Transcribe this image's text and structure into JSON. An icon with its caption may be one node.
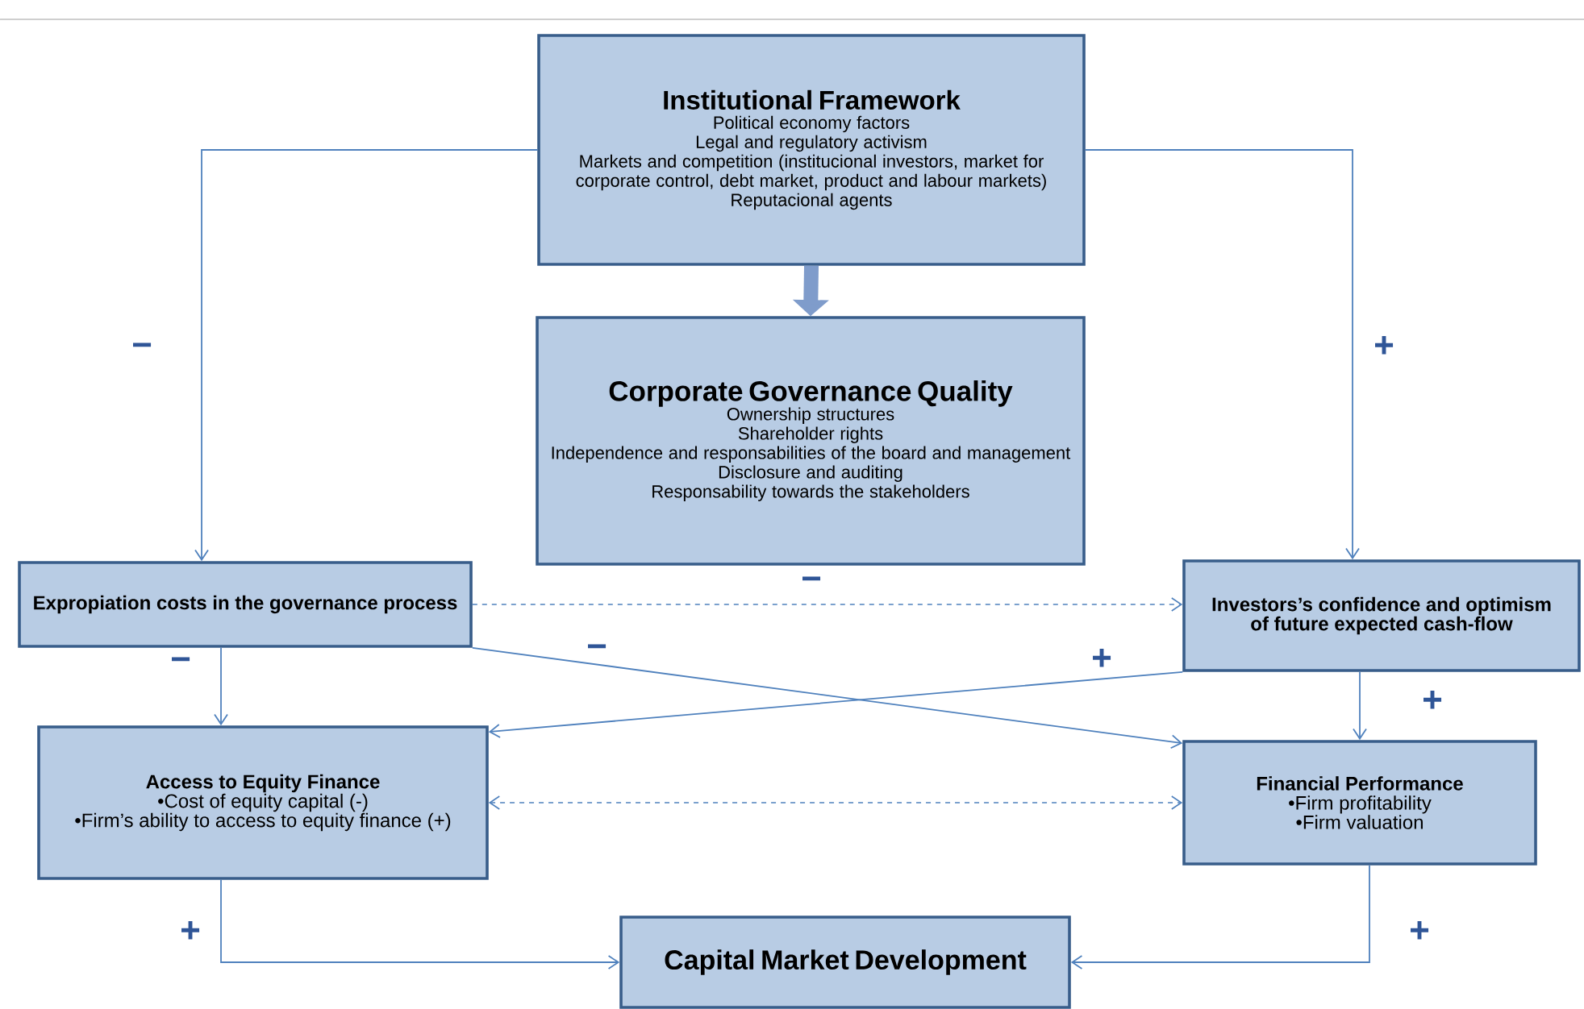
{
  "diagram": {
    "nodes": [
      {
        "text": [
          "Institutional Framework",
          "Political economy factors",
          "Legal and regulatory activism",
          "Markets and competition (institucional investors, market for corporate control, debt market, product and labour markets)",
          "Reputacional agents"
        ]
      },
      {
        "text": [
          "Corporate Governance Quality",
          "Ownership structures",
          "Shareholder rights",
          "Independence and responsabilities of the board and management",
          "Disclosure and auditing",
          "Responsability towards the stakeholders"
        ]
      },
      {
        "text": [
          "Expropiation costs in the governance process"
        ]
      },
      {
        "text": [
          "Investors’s confidence and optimism of future expected cash-flow"
        ]
      },
      {
        "text": [
          "Access to Equity Finance",
          "•Cost of equity capital (-)",
          "•Firm’s ability to access to equity finance (+)"
        ]
      },
      {
        "text": [
          "Financial Performance",
          "•Firm profitability",
          "•Firm valuation"
        ]
      },
      {
        "text": [
          "Capital Market Development"
        ]
      }
    ],
    "edges": [
      {
        "from": 0,
        "to": 1,
        "arrow": "to",
        "style": "thick"
      },
      {
        "from": 0,
        "to": 2,
        "arrow": "to",
        "label": "−"
      },
      {
        "from": 0,
        "to": 3,
        "arrow": "to",
        "label": "+"
      },
      {
        "from": 2,
        "to": 3,
        "arrow": "to",
        "style": "dashed",
        "label": "−"
      },
      {
        "from": 2,
        "to": 4,
        "arrow": "to",
        "label": "−"
      },
      {
        "from": 2,
        "to": 5,
        "arrow": "to",
        "label": "−"
      },
      {
        "from": 3,
        "to": 4,
        "arrow": "to",
        "label": "+"
      },
      {
        "from": 3,
        "to": 5,
        "arrow": "to",
        "label": "+"
      },
      {
        "from": 4,
        "to": 5,
        "arrow": "both",
        "style": "dashed"
      },
      {
        "from": 4,
        "to": 6,
        "arrow": "to",
        "label": "+"
      },
      {
        "from": 5,
        "to": 6,
        "arrow": "to",
        "label": "+"
      }
    ]
  }
}
